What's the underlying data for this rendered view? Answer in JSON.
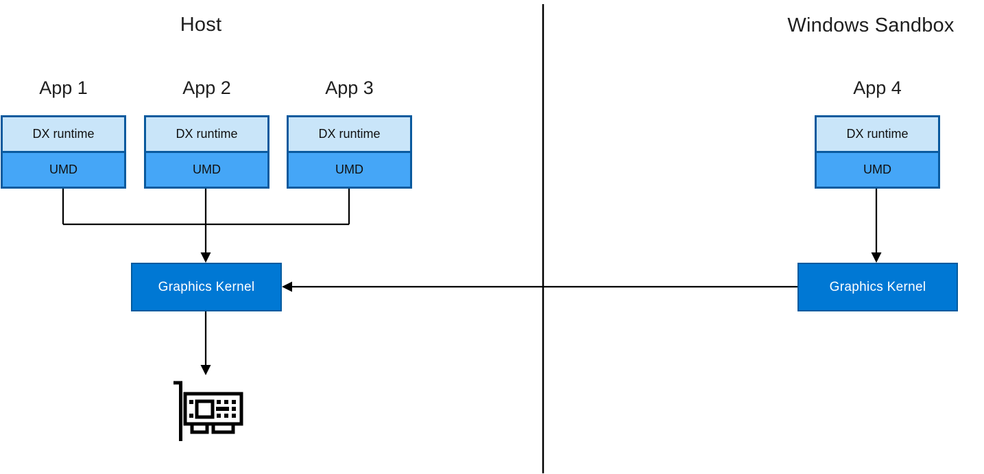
{
  "diagram": {
    "host": {
      "title": "Host",
      "apps": [
        {
          "title": "App 1",
          "dx_label": "DX runtime",
          "umd_label": "UMD"
        },
        {
          "title": "App 2",
          "dx_label": "DX runtime",
          "umd_label": "UMD"
        },
        {
          "title": "App 3",
          "dx_label": "DX runtime",
          "umd_label": "UMD"
        }
      ],
      "kernel_label": "Graphics Kernel"
    },
    "sandbox": {
      "title": "Windows Sandbox",
      "apps": [
        {
          "title": "App 4",
          "dx_label": "DX runtime",
          "umd_label": "UMD"
        }
      ],
      "kernel_label": "Graphics Kernel"
    },
    "icons": {
      "gpu": "gpu-card-icon"
    },
    "colors": {
      "background": "#ffffff",
      "text_color": "#1f1f1f",
      "dx_runtime_fill": "#c9e5f9",
      "umd_fill": "#45a6f7",
      "app_box_border": "#0a5a9e",
      "kernel_fill": "#0078d4",
      "kernel_border": "#005a9e",
      "kernel_text": "#ffffff",
      "line_color": "#000000"
    }
  }
}
